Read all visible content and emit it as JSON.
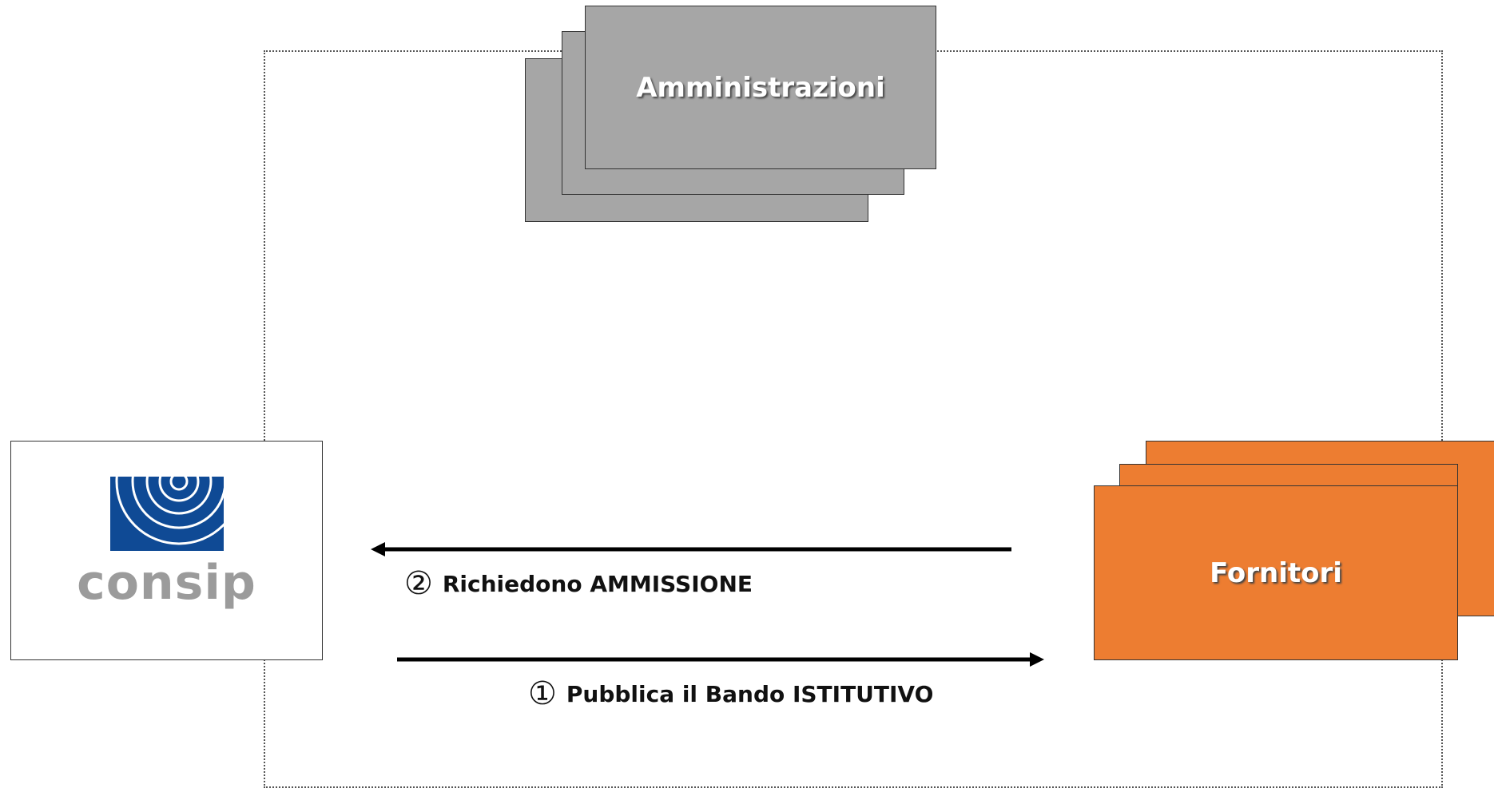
{
  "nodes": {
    "amministrazioni": {
      "label": "Amministrazioni"
    },
    "fornitori": {
      "label": "Fornitori"
    },
    "consip": {
      "logo_text": "consip"
    }
  },
  "steps": [
    {
      "number": "②",
      "label": "Richiedono AMMISSIONE"
    },
    {
      "number": "①",
      "label": "Pubblica il Bando ISTITUTIVO"
    }
  ],
  "colors": {
    "amministrazioni_fill": "#a6a6a6",
    "fornitori_fill": "#ed7d31",
    "consip_blue": "#0f4a95",
    "consip_grey": "#9b9b9b"
  },
  "icons": [
    "consip-logo",
    "arrow-left-icon",
    "arrow-right-icon"
  ]
}
